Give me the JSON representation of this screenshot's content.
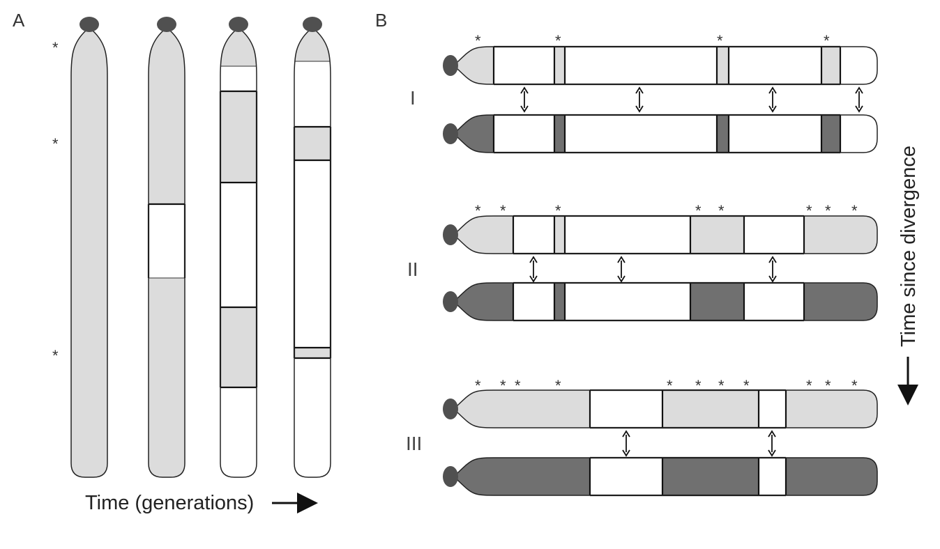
{
  "panel_a": {
    "label": "A",
    "time_label": "Time (generations)"
  },
  "panel_b": {
    "label": "B",
    "stage_labels": [
      "I",
      "II",
      "III"
    ],
    "time_label": "Time since divergence"
  },
  "star_glyph": "*",
  "colors": {
    "light_gray": "#dcdcdc",
    "dark_gray": "#707070",
    "centromere": "#505050",
    "outline": "#111111"
  }
}
